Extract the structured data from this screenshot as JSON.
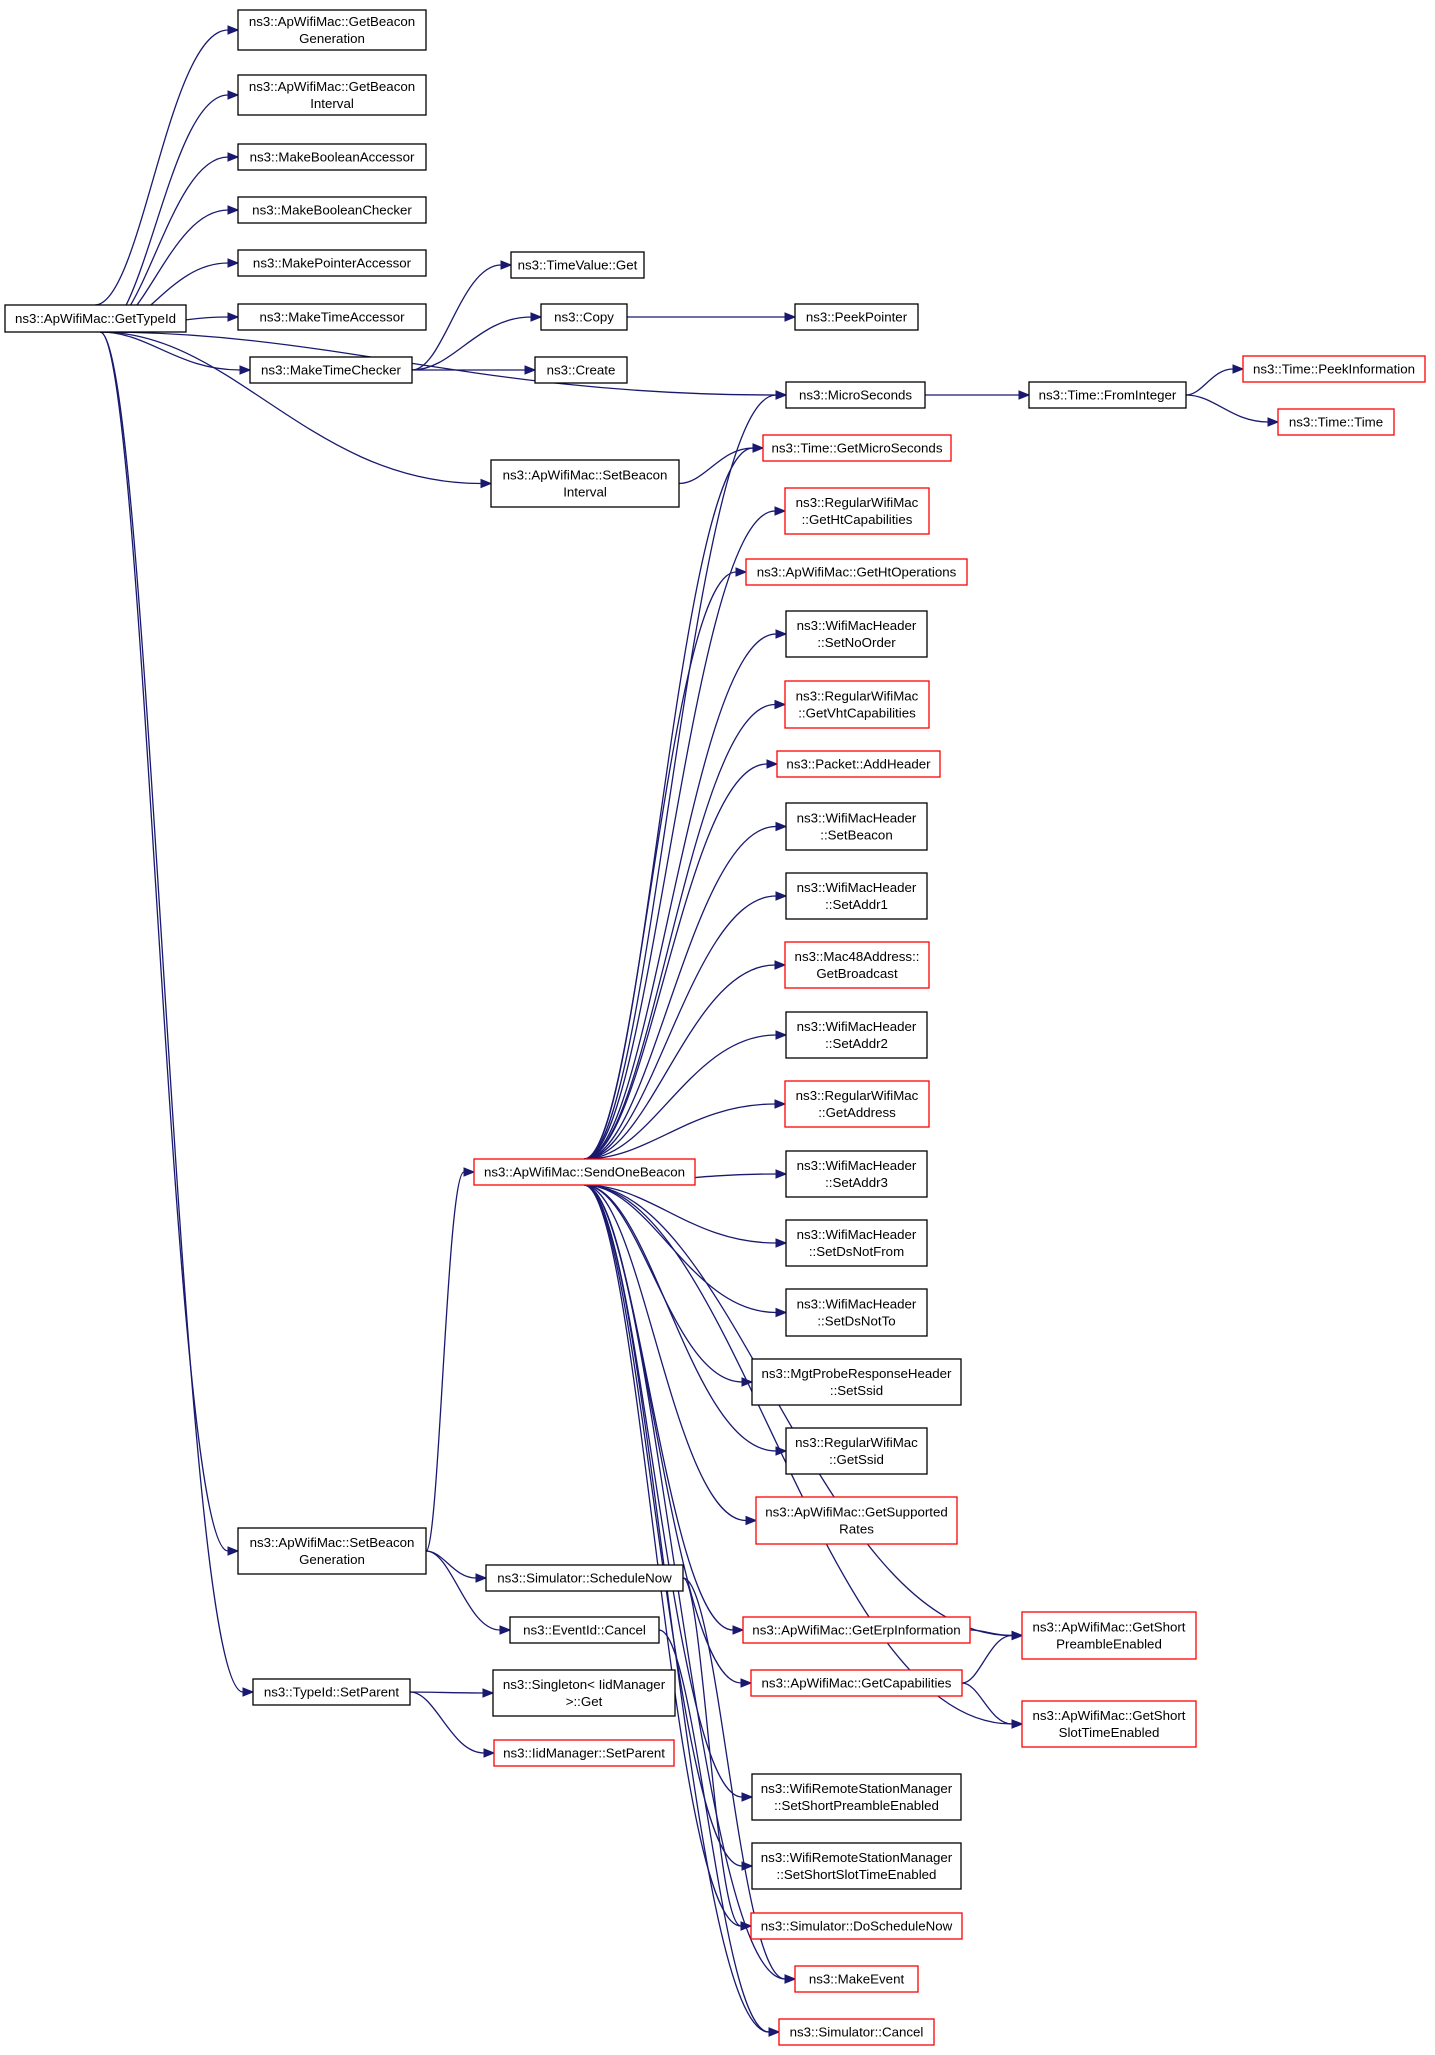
{
  "colors": {
    "edge": "#191970",
    "documented_border": "#000000",
    "undocumented_border": "#ff0000",
    "root_fill": "#bfbfbf"
  },
  "nodes": {
    "root": {
      "lines": [
        "ns3::ApWifiMac::GetTypeId"
      ],
      "status": "root"
    },
    "gbgen": {
      "lines": [
        "ns3::ApWifiMac::GetBeacon",
        "Generation"
      ],
      "status": "documented"
    },
    "gbint": {
      "lines": [
        "ns3::ApWifiMac::GetBeacon",
        "Interval"
      ],
      "status": "documented"
    },
    "mbacc": {
      "lines": [
        "ns3::MakeBooleanAccessor"
      ],
      "status": "documented"
    },
    "mbchk": {
      "lines": [
        "ns3::MakeBooleanChecker"
      ],
      "status": "documented"
    },
    "mpacc": {
      "lines": [
        "ns3::MakePointerAccessor"
      ],
      "status": "documented"
    },
    "mtacc": {
      "lines": [
        "ns3::MakeTimeAccessor"
      ],
      "status": "documented"
    },
    "mtchk": {
      "lines": [
        "ns3::MakeTimeChecker"
      ],
      "status": "documented"
    },
    "tvget": {
      "lines": [
        "ns3::TimeValue::Get"
      ],
      "status": "documented"
    },
    "copy": {
      "lines": [
        "ns3::Copy"
      ],
      "status": "documented"
    },
    "create": {
      "lines": [
        "ns3::Create"
      ],
      "status": "documented"
    },
    "peekptr": {
      "lines": [
        "ns3::PeekPointer"
      ],
      "status": "documented"
    },
    "micro": {
      "lines": [
        "ns3::MicroSeconds"
      ],
      "status": "documented"
    },
    "fromint": {
      "lines": [
        "ns3::Time::FromInteger"
      ],
      "status": "documented"
    },
    "peekinfo": {
      "lines": [
        "ns3::Time::PeekInformation"
      ],
      "status": "undocumented"
    },
    "timetime": {
      "lines": [
        "ns3::Time::Time"
      ],
      "status": "undocumented"
    },
    "sbint": {
      "lines": [
        "ns3::ApWifiMac::SetBeacon",
        "Interval"
      ],
      "status": "documented"
    },
    "getmicro": {
      "lines": [
        "ns3::Time::GetMicroSeconds"
      ],
      "status": "undocumented"
    },
    "ghtcap": {
      "lines": [
        "ns3::RegularWifiMac",
        "::GetHtCapabilities"
      ],
      "status": "undocumented"
    },
    "ghtops": {
      "lines": [
        "ns3::ApWifiMac::GetHtOperations"
      ],
      "status": "undocumented"
    },
    "setnoorder": {
      "lines": [
        "ns3::WifiMacHeader",
        "::SetNoOrder"
      ],
      "status": "documented"
    },
    "gvhtcap": {
      "lines": [
        "ns3::RegularWifiMac",
        "::GetVhtCapabilities"
      ],
      "status": "undocumented"
    },
    "addheader": {
      "lines": [
        "ns3::Packet::AddHeader"
      ],
      "status": "undocumented"
    },
    "setbeacon": {
      "lines": [
        "ns3::WifiMacHeader",
        "::SetBeacon"
      ],
      "status": "documented"
    },
    "setaddr1": {
      "lines": [
        "ns3::WifiMacHeader",
        "::SetAddr1"
      ],
      "status": "documented"
    },
    "getbcast": {
      "lines": [
        "ns3::Mac48Address::",
        "GetBroadcast"
      ],
      "status": "undocumented"
    },
    "setaddr2": {
      "lines": [
        "ns3::WifiMacHeader",
        "::SetAddr2"
      ],
      "status": "documented"
    },
    "getaddress": {
      "lines": [
        "ns3::RegularWifiMac",
        "::GetAddress"
      ],
      "status": "undocumented"
    },
    "setaddr3": {
      "lines": [
        "ns3::WifiMacHeader",
        "::SetAddr3"
      ],
      "status": "documented"
    },
    "setdsnotfrom": {
      "lines": [
        "ns3::WifiMacHeader",
        "::SetDsNotFrom"
      ],
      "status": "documented"
    },
    "setdsnotto": {
      "lines": [
        "ns3::WifiMacHeader",
        "::SetDsNotTo"
      ],
      "status": "documented"
    },
    "mgtssid": {
      "lines": [
        "ns3::MgtProbeResponseHeader",
        "::SetSsid"
      ],
      "status": "documented"
    },
    "getssid": {
      "lines": [
        "ns3::RegularWifiMac",
        "::GetSsid"
      ],
      "status": "documented"
    },
    "getsuprates": {
      "lines": [
        "ns3::ApWifiMac::GetSupported",
        "Rates"
      ],
      "status": "undocumented"
    },
    "sendone": {
      "lines": [
        "ns3::ApWifiMac::SendOneBeacon"
      ],
      "status": "undocumented"
    },
    "sbgen": {
      "lines": [
        "ns3::ApWifiMac::SetBeacon",
        "Generation"
      ],
      "status": "documented"
    },
    "schednow": {
      "lines": [
        "ns3::Simulator::ScheduleNow"
      ],
      "status": "documented"
    },
    "evcancel": {
      "lines": [
        "ns3::EventId::Cancel"
      ],
      "status": "documented"
    },
    "geterp": {
      "lines": [
        "ns3::ApWifiMac::GetErpInformation"
      ],
      "status": "undocumented"
    },
    "getcaps": {
      "lines": [
        "ns3::ApWifiMac::GetCapabilities"
      ],
      "status": "undocumented"
    },
    "shortpre": {
      "lines": [
        "ns3::ApWifiMac::GetShort",
        "PreambleEnabled"
      ],
      "status": "undocumented"
    },
    "shortslot": {
      "lines": [
        "ns3::ApWifiMac::GetShort",
        "SlotTimeEnabled"
      ],
      "status": "undocumented"
    },
    "setparent": {
      "lines": [
        "ns3::TypeId::SetParent"
      ],
      "status": "documented"
    },
    "singleton": {
      "lines": [
        "ns3::Singleton< IidManager",
        ">::Get"
      ],
      "status": "documented"
    },
    "iidparent": {
      "lines": [
        "ns3::IidManager::SetParent"
      ],
      "status": "undocumented"
    },
    "wrsmpre": {
      "lines": [
        "ns3::WifiRemoteStationManager",
        "::SetShortPreambleEnabled"
      ],
      "status": "documented"
    },
    "wrsmslot": {
      "lines": [
        "ns3::WifiRemoteStationManager",
        "::SetShortSlotTimeEnabled"
      ],
      "status": "documented"
    },
    "doschednow": {
      "lines": [
        "ns3::Simulator::DoScheduleNow"
      ],
      "status": "undocumented"
    },
    "makeevent": {
      "lines": [
        "ns3::MakeEvent"
      ],
      "status": "undocumented"
    },
    "simcancel": {
      "lines": [
        "ns3::Simulator::Cancel"
      ],
      "status": "undocumented"
    }
  },
  "edges": [
    [
      "root",
      "gbgen"
    ],
    [
      "root",
      "gbint"
    ],
    [
      "root",
      "mbacc"
    ],
    [
      "root",
      "mbchk"
    ],
    [
      "root",
      "mpacc"
    ],
    [
      "root",
      "mtacc"
    ],
    [
      "root",
      "mtchk"
    ],
    [
      "root",
      "micro"
    ],
    [
      "root",
      "sbint"
    ],
    [
      "root",
      "sbgen"
    ],
    [
      "root",
      "setparent"
    ],
    [
      "mtchk",
      "tvget"
    ],
    [
      "mtchk",
      "copy"
    ],
    [
      "mtchk",
      "create"
    ],
    [
      "copy",
      "peekptr"
    ],
    [
      "micro",
      "fromint"
    ],
    [
      "fromint",
      "peekinfo"
    ],
    [
      "fromint",
      "timetime"
    ],
    [
      "sbint",
      "getmicro"
    ],
    [
      "sbgen",
      "sendone"
    ],
    [
      "sbgen",
      "schednow"
    ],
    [
      "sbgen",
      "evcancel"
    ],
    [
      "sendone",
      "micro"
    ],
    [
      "sendone",
      "getmicro"
    ],
    [
      "sendone",
      "ghtcap"
    ],
    [
      "sendone",
      "ghtops"
    ],
    [
      "sendone",
      "setnoorder"
    ],
    [
      "sendone",
      "gvhtcap"
    ],
    [
      "sendone",
      "addheader"
    ],
    [
      "sendone",
      "setbeacon"
    ],
    [
      "sendone",
      "setaddr1"
    ],
    [
      "sendone",
      "getbcast"
    ],
    [
      "sendone",
      "setaddr2"
    ],
    [
      "sendone",
      "getaddress"
    ],
    [
      "sendone",
      "setaddr3"
    ],
    [
      "sendone",
      "setdsnotfrom"
    ],
    [
      "sendone",
      "setdsnotto"
    ],
    [
      "sendone",
      "mgtssid"
    ],
    [
      "sendone",
      "getssid"
    ],
    [
      "sendone",
      "getsuprates"
    ],
    [
      "sendone",
      "shortpre"
    ],
    [
      "sendone",
      "geterp"
    ],
    [
      "sendone",
      "getcaps"
    ],
    [
      "sendone",
      "shortslot"
    ],
    [
      "sendone",
      "wrsmpre"
    ],
    [
      "sendone",
      "wrsmslot"
    ],
    [
      "sendone",
      "doschednow"
    ],
    [
      "sendone",
      "makeevent"
    ],
    [
      "sendone",
      "simcancel"
    ],
    [
      "geterp",
      "shortpre"
    ],
    [
      "getcaps",
      "shortpre"
    ],
    [
      "getcaps",
      "shortslot"
    ],
    [
      "setparent",
      "singleton"
    ],
    [
      "setparent",
      "iidparent"
    ],
    [
      "schednow",
      "doschednow"
    ],
    [
      "schednow",
      "makeevent"
    ],
    [
      "evcancel",
      "simcancel"
    ]
  ]
}
